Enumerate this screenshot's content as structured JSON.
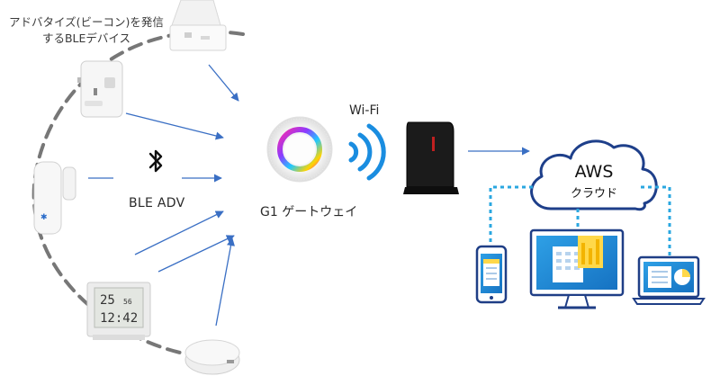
{
  "labels": {
    "devices": "アドバタイズ(ビーコン)を発信するBLEデバイス",
    "ble_adv": "BLE ADV",
    "gateway": "G1 ゲートウェイ",
    "wifi": "Wi-Fi",
    "aws": "AWS",
    "cloud": "クラウド"
  },
  "devices": [
    {
      "name": "ceiling-sensor",
      "icon": "ceiling-sensor-icon"
    },
    {
      "name": "plug-sensor",
      "icon": "smart-plug-icon"
    },
    {
      "name": "door-sensor",
      "icon": "door-sensor-icon"
    },
    {
      "name": "thermo-hygrometer",
      "icon": "thermometer-display-icon"
    },
    {
      "name": "button-sensor",
      "icon": "round-button-icon"
    }
  ],
  "display": {
    "temp_value": "25",
    "humidity_value": "56",
    "time_value": "12:42"
  },
  "colors": {
    "arrow": "#3a6fc4",
    "dash_link": "#2aa7e0",
    "circle": "#7a7a7a",
    "cloud_stroke": "#1e3f8a",
    "screen_blue": "#1f8fd6",
    "device_stroke": "#1f3e86"
  }
}
